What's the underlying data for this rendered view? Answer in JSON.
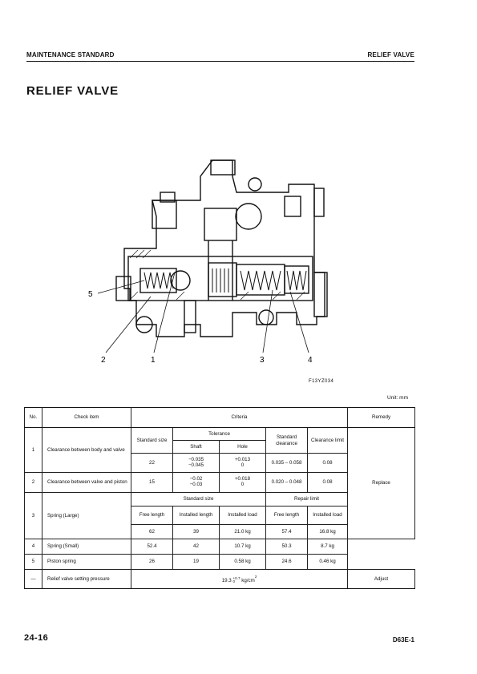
{
  "header": {
    "left": "MAINTENANCE STANDARD",
    "right": "RELIEF VALVE"
  },
  "title": "RELIEF VALVE",
  "figure": {
    "code": "F13YZ034",
    "callouts": [
      "1",
      "2",
      "3",
      "4",
      "5"
    ]
  },
  "unit": "Unit:  mm",
  "table": {
    "head": {
      "no": "No.",
      "check_item": "Check item",
      "criteria": "Criteria",
      "remedy": "Remedy"
    },
    "labels": {
      "standard_size": "Standard size",
      "tolerance": "Tolerance",
      "shaft": "Shaft",
      "hole": "Hole",
      "standard_clearance": "Standard clearance",
      "clearance_limit": "Clearance limit",
      "repair_limit": "Repair limit",
      "free_length": "Free length",
      "installed_length": "Installed length",
      "installed_load": "Installed load"
    },
    "rows": [
      {
        "no": "1",
        "item": "Clearance between body and valve",
        "size": "22",
        "shaft_top": "−0.035",
        "shaft_bottom": "−0.045",
        "hole_top": "+0.013",
        "hole_bottom": "0",
        "std_clearance": "0.035 – 0.058",
        "limit": "0.08"
      },
      {
        "no": "2",
        "item": "Clearance between valve and piston",
        "size": "15",
        "shaft_top": "−0.02",
        "shaft_bottom": "−0.03",
        "hole_top": "+0.018",
        "hole_bottom": "0",
        "std_clearance": "0.020 – 0.048",
        "limit": "0.08"
      },
      {
        "no": "3",
        "item": "Spring   (Large)",
        "free_length": "62",
        "installed_length": "39",
        "installed_load": "21.0 kg",
        "repair_free_length": "57.4",
        "repair_load": "16.8 kg"
      },
      {
        "no": "4",
        "item": "Spring   (Small)",
        "free_length": "52.4",
        "installed_length": "42",
        "installed_load": "10.7 kg",
        "repair_free_length": "50.3",
        "repair_load": "8.7 kg"
      },
      {
        "no": "5",
        "item": "Piston spring",
        "free_length": "26",
        "installed_length": "19",
        "installed_load": "0.58 kg",
        "repair_free_length": "24.6",
        "repair_load": "0.46 kg"
      },
      {
        "no": "—",
        "item": "Relief valve setting pressure",
        "base": "19.3",
        "tol_top": "+0.7",
        "tol_bottom": "0",
        "unit": "kg/cm",
        "unit_sup": "2"
      }
    ],
    "remedy_replace": "Replace",
    "remedy_adjust": "Adjust"
  },
  "footer": {
    "page": "24-16",
    "model": "D63E-1"
  }
}
